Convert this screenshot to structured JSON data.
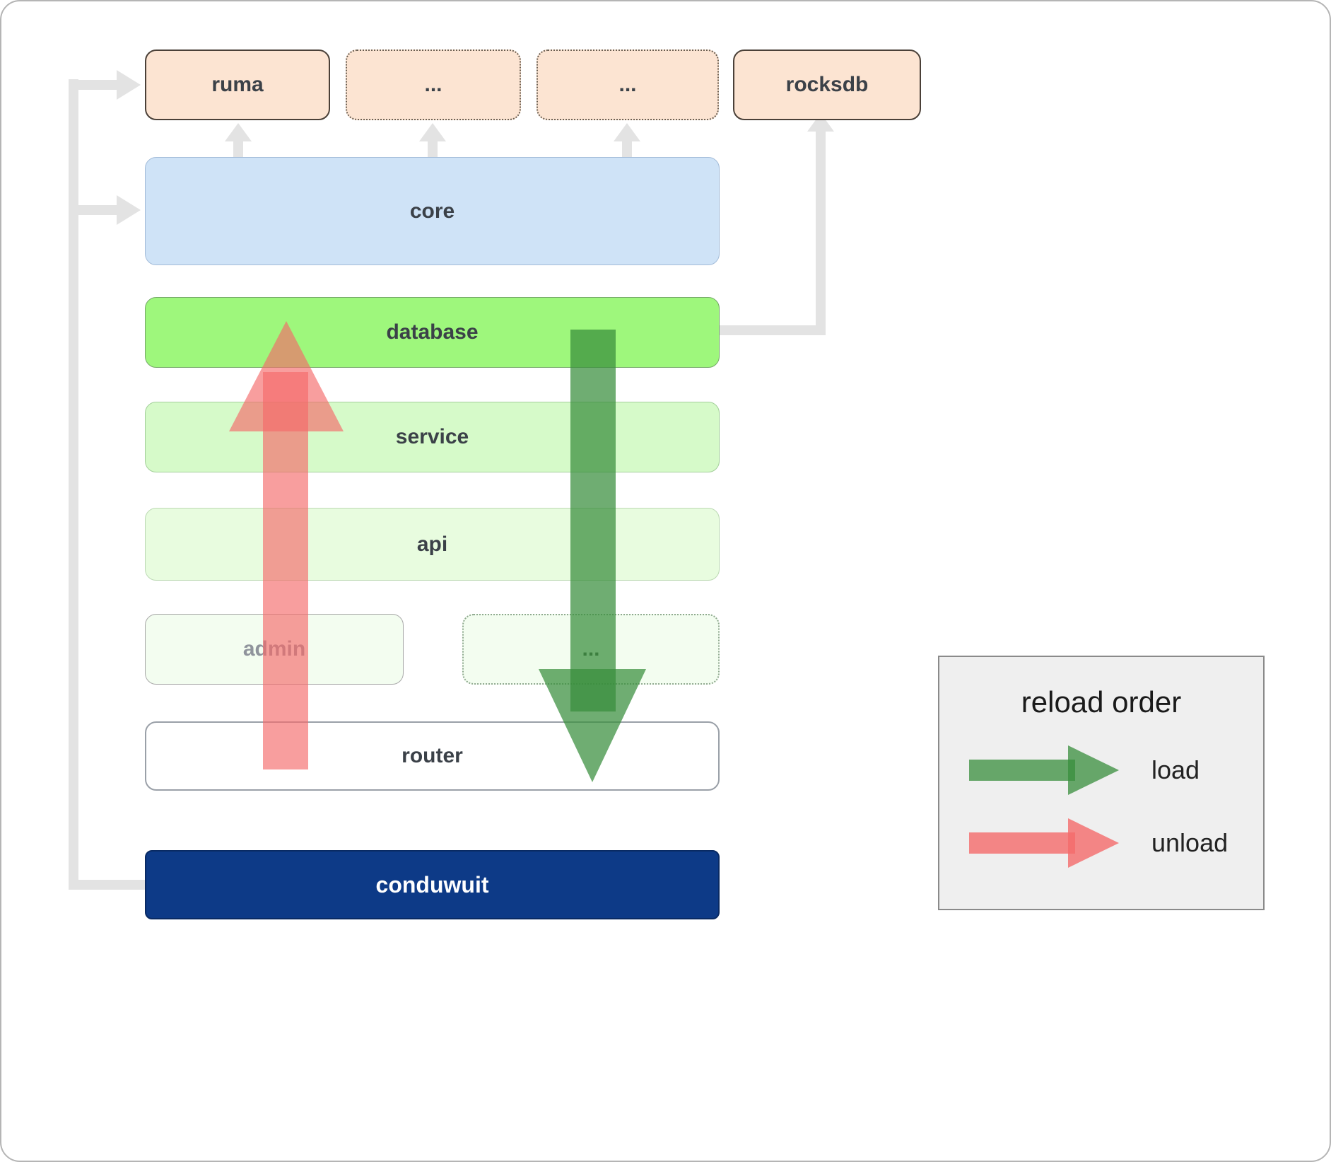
{
  "top_row": [
    {
      "label": "ruma"
    },
    {
      "label": "..."
    },
    {
      "label": "..."
    },
    {
      "label": "rocksdb"
    }
  ],
  "layers": {
    "core": {
      "label": "core"
    },
    "database": {
      "label": "database"
    },
    "service": {
      "label": "service"
    },
    "api": {
      "label": "api"
    },
    "admin": {
      "label": "admin"
    },
    "admin_more": {
      "label": "..."
    },
    "router": {
      "label": "router"
    }
  },
  "app": {
    "label": "conduwuit"
  },
  "legend": {
    "title": "reload order",
    "load_label": "load",
    "unload_label": "unload"
  },
  "colors": {
    "crate_fill": "#fce4d2",
    "core_fill": "#cfe3f7",
    "database_fill": "#9ef77c",
    "service_fill": "#d6fac9",
    "api_fill": "#e8fcdf",
    "admin_fill": "#f3fdf0",
    "conduwuit_fill": "#0d3a87",
    "load_arrow": "#388e3c",
    "unload_arrow": "#f46a6a",
    "connector": "#e3e3e3"
  }
}
